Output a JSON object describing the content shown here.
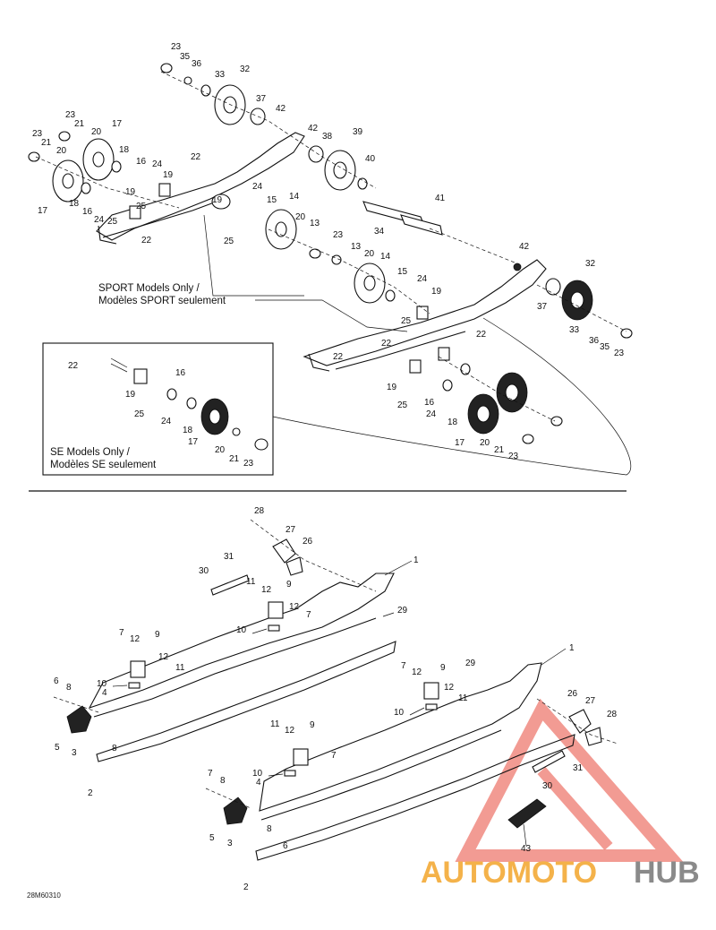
{
  "captions": {
    "sport_en": "SPORT Models Only /",
    "sport_fr": "Modèles SPORT seulement",
    "se_en": "SE Models Only /",
    "se_fr": "Modèles SE seulement"
  },
  "drawing_ref": "28M60310",
  "watermark": {
    "part_a": "AUTOMOTO",
    "part_b": "HUB",
    "color_a": "#f4b24a",
    "color_b": "#8a8a8a",
    "triangle_color": "#f08a80"
  },
  "upper_labels": [
    "23",
    "35",
    "36",
    "33",
    "32",
    "37",
    "42",
    "42",
    "38",
    "39",
    "40",
    "41",
    "34",
    "23",
    "21",
    "17",
    "20",
    "18",
    "16",
    "24",
    "19",
    "22",
    "23",
    "21",
    "20",
    "17",
    "18",
    "19",
    "16",
    "24",
    "25",
    "25",
    "22",
    "19",
    "25",
    "24",
    "15",
    "14",
    "20",
    "13",
    "23",
    "13",
    "20",
    "14",
    "15",
    "24",
    "19",
    "25",
    "22",
    "22",
    "22",
    "19",
    "25",
    "16",
    "24",
    "18",
    "17",
    "20",
    "21",
    "23",
    "42",
    "32",
    "37",
    "33",
    "36",
    "35",
    "23",
    "22",
    "16",
    "19",
    "25",
    "24",
    "18",
    "17",
    "20",
    "21",
    "23"
  ],
  "lower_labels": [
    "28",
    "27",
    "26",
    "1",
    "31",
    "30",
    "11",
    "12",
    "9",
    "12",
    "7",
    "29",
    "10",
    "7",
    "12",
    "9",
    "12",
    "11",
    "10",
    "6",
    "8",
    "4",
    "5",
    "3",
    "8",
    "2",
    "1",
    "29",
    "7",
    "12",
    "9",
    "12",
    "11",
    "10",
    "26",
    "27",
    "28",
    "11",
    "12",
    "9",
    "7",
    "10",
    "7",
    "8",
    "4",
    "31",
    "30",
    "5",
    "3",
    "8",
    "6",
    "2",
    "43"
  ]
}
